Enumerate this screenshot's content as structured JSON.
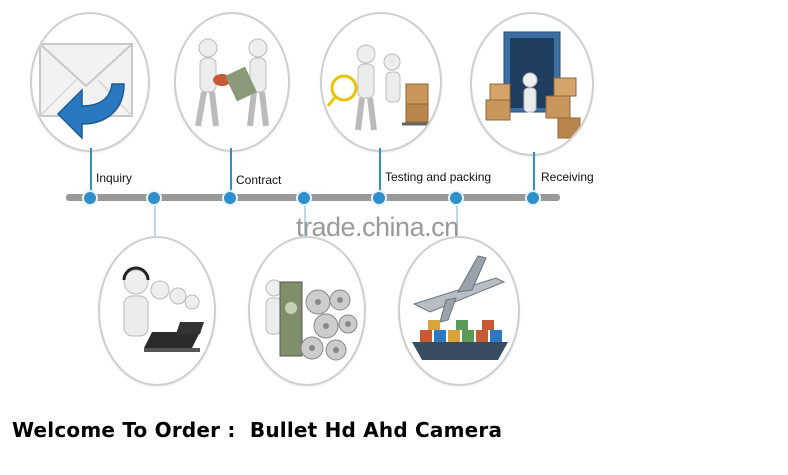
{
  "steps": [
    {
      "label": "Inquiry",
      "icon": "envelope-reply-icon"
    },
    {
      "label": "Contract",
      "icon": "contract-handover-icon"
    },
    {
      "label": "Testing and packing",
      "icon": "testing-packing-icon"
    },
    {
      "label": "Receiving",
      "icon": "container-receiving-icon"
    }
  ],
  "bottom_icons": [
    "customer-service-icon",
    "payment-gears-icon",
    "air-sea-shipping-icon"
  ],
  "watermark": {
    "main": "trade.china.cn"
  },
  "footer": {
    "prefix": "Welcome To Order :",
    "product": "Bullet Hd Ahd Camera"
  },
  "colors": {
    "accent": "#2f8fc8",
    "timeline": "#999999",
    "circle_border": "#cfcfcf"
  }
}
